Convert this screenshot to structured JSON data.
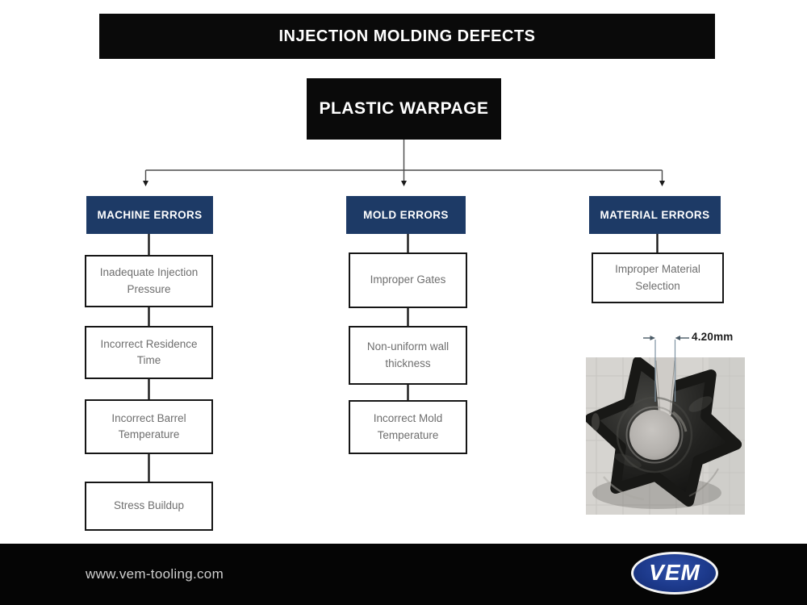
{
  "banner": {
    "title": "INJECTION MOLDING DEFECTS"
  },
  "root": {
    "title": "PLASTIC WARPAGE"
  },
  "branches": [
    {
      "header": "MACHINE ERRORS",
      "causes": [
        "Inadequate Injection Pressure",
        "Incorrect Residence Time",
        "Incorrect Barrel Temperature",
        "Stress Buildup"
      ]
    },
    {
      "header": "MOLD ERRORS",
      "causes": [
        "Improper Gates",
        "Non-uniform wall thickness",
        "Incorrect Mold Temperature"
      ]
    },
    {
      "header": "MATERIAL ERRORS",
      "causes": [
        "Improper Material Selection"
      ]
    }
  ],
  "photo": {
    "measurement_label": "4.20mm"
  },
  "footer": {
    "website": "www.vem-tooling.com",
    "logo_text": "VEM"
  },
  "colors": {
    "banner_bg": "#0a0a0a",
    "branch_header_bg": "#1d3a66",
    "cause_text": "#6e6e6e",
    "logo_blue": "#1d3a8c",
    "footer_bg": "#050505"
  }
}
